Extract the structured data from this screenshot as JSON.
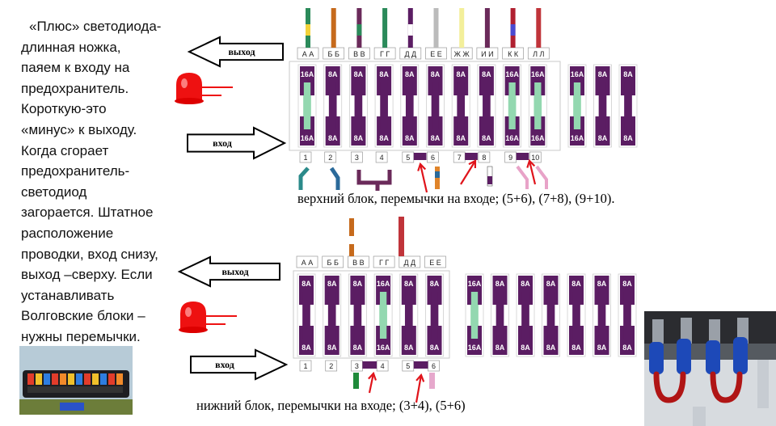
{
  "instructions": {
    "lines": [
      "«Плюс» светодиода-",
      "длинная ножка,",
      "паяем к входу на",
      "предохранитель.",
      "Короткую-это",
      "«минус» к выходу.",
      "Когда сгорает",
      "предохранитель-",
      "светодиод",
      "загорается. Штатное",
      "расположение",
      "проводки, вход снизу,",
      "выход –сверху. Если",
      "устанавливать",
      "Волговские блоки –",
      "нужны перемычки."
    ]
  },
  "arrows": {
    "output_label": "выход",
    "input_label": "вход"
  },
  "upper_block": {
    "slot_labels": [
      "А А",
      "Б Б",
      "В В",
      "Г Г",
      "Д Д",
      "Е Е",
      "Ж Ж",
      "И И",
      "К К",
      "Л Л"
    ],
    "fuse_ratings_connected": [
      "16A",
      "8A",
      "8A",
      "8A",
      "8A",
      "8A",
      "8A",
      "8A",
      "16A",
      "16A"
    ],
    "fuse_ratings_spare": [
      "16A",
      "8A",
      "8A"
    ],
    "input_numbers": [
      "1",
      "2",
      "3",
      "4",
      "5",
      "6",
      "7",
      "8",
      "9",
      "10"
    ],
    "caption": "верхний блок, перемычки на входе; (5+6), (7+8), (9+10)."
  },
  "lower_block": {
    "slot_labels": [
      "А А",
      "Б Б",
      "В В",
      "Г Г",
      "Д Д",
      "Е Е"
    ],
    "fuse_ratings_connected": [
      "8A",
      "8A",
      "8A",
      "16A",
      "8A",
      "8A"
    ],
    "fuse_ratings_spare": [
      "16A",
      "8A",
      "8A",
      "8A",
      "8A",
      "8A",
      "8A"
    ],
    "input_numbers": [
      "1",
      "2",
      "3",
      "4",
      "5",
      "6"
    ],
    "caption": "нижний блок, перемычки на входе; (3+4), (5+6)"
  },
  "colors": {
    "fuse_purple": "#5b1d63",
    "fuse_green": "#93d8b0",
    "jumper": "#5b1d63",
    "red_pointer": "#e0141b",
    "led_red": "#ee1111"
  }
}
